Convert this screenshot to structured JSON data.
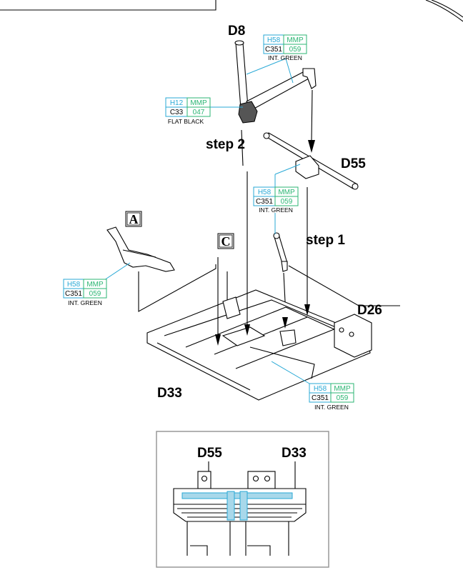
{
  "parts": {
    "d8": "D8",
    "d55": "D55",
    "d26": "D26",
    "d33": "D33"
  },
  "steps": {
    "step1": "step 1",
    "step2": "step 2"
  },
  "callouts": {
    "a": "A",
    "c": "C"
  },
  "paints": [
    {
      "hobby": "H58",
      "brand": "MMP",
      "code": "C351",
      "num": "059",
      "name": "INT. GREEN"
    },
    {
      "hobby": "H12",
      "brand": "MMP",
      "code": "C33",
      "num": "047",
      "name": "FLAT BLACK"
    },
    {
      "hobby": "H58",
      "brand": "MMP",
      "code": "C351",
      "num": "059",
      "name": "INT. GREEN"
    },
    {
      "hobby": "H58",
      "brand": "MMP",
      "code": "C351",
      "num": "059",
      "name": "INT. GREEN"
    },
    {
      "hobby": "H58",
      "brand": "MMP",
      "code": "C351",
      "num": "059",
      "name": "INT. GREEN"
    }
  ],
  "inset": {
    "left_part": "D55",
    "right_part": "D33"
  },
  "colors": {
    "hobby_blue": "#29a9d6",
    "mmp_green": "#2bb673",
    "highlight": "#a8d8ea"
  }
}
